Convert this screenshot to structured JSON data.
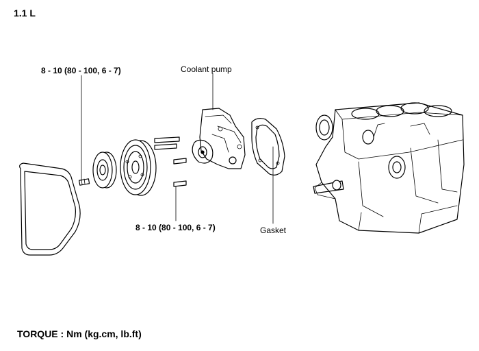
{
  "diagram": {
    "engine_label": "1.1 L",
    "torque_top": "8 - 10 (80 - 100, 6 - 7)",
    "torque_bottom": "8 - 10 (80 - 100, 6 - 7)",
    "coolant_pump_label": "Coolant pump",
    "gasket_label": "Gasket",
    "torque_units": "TORQUE : Nm (kg.cm, lb.ft)"
  }
}
